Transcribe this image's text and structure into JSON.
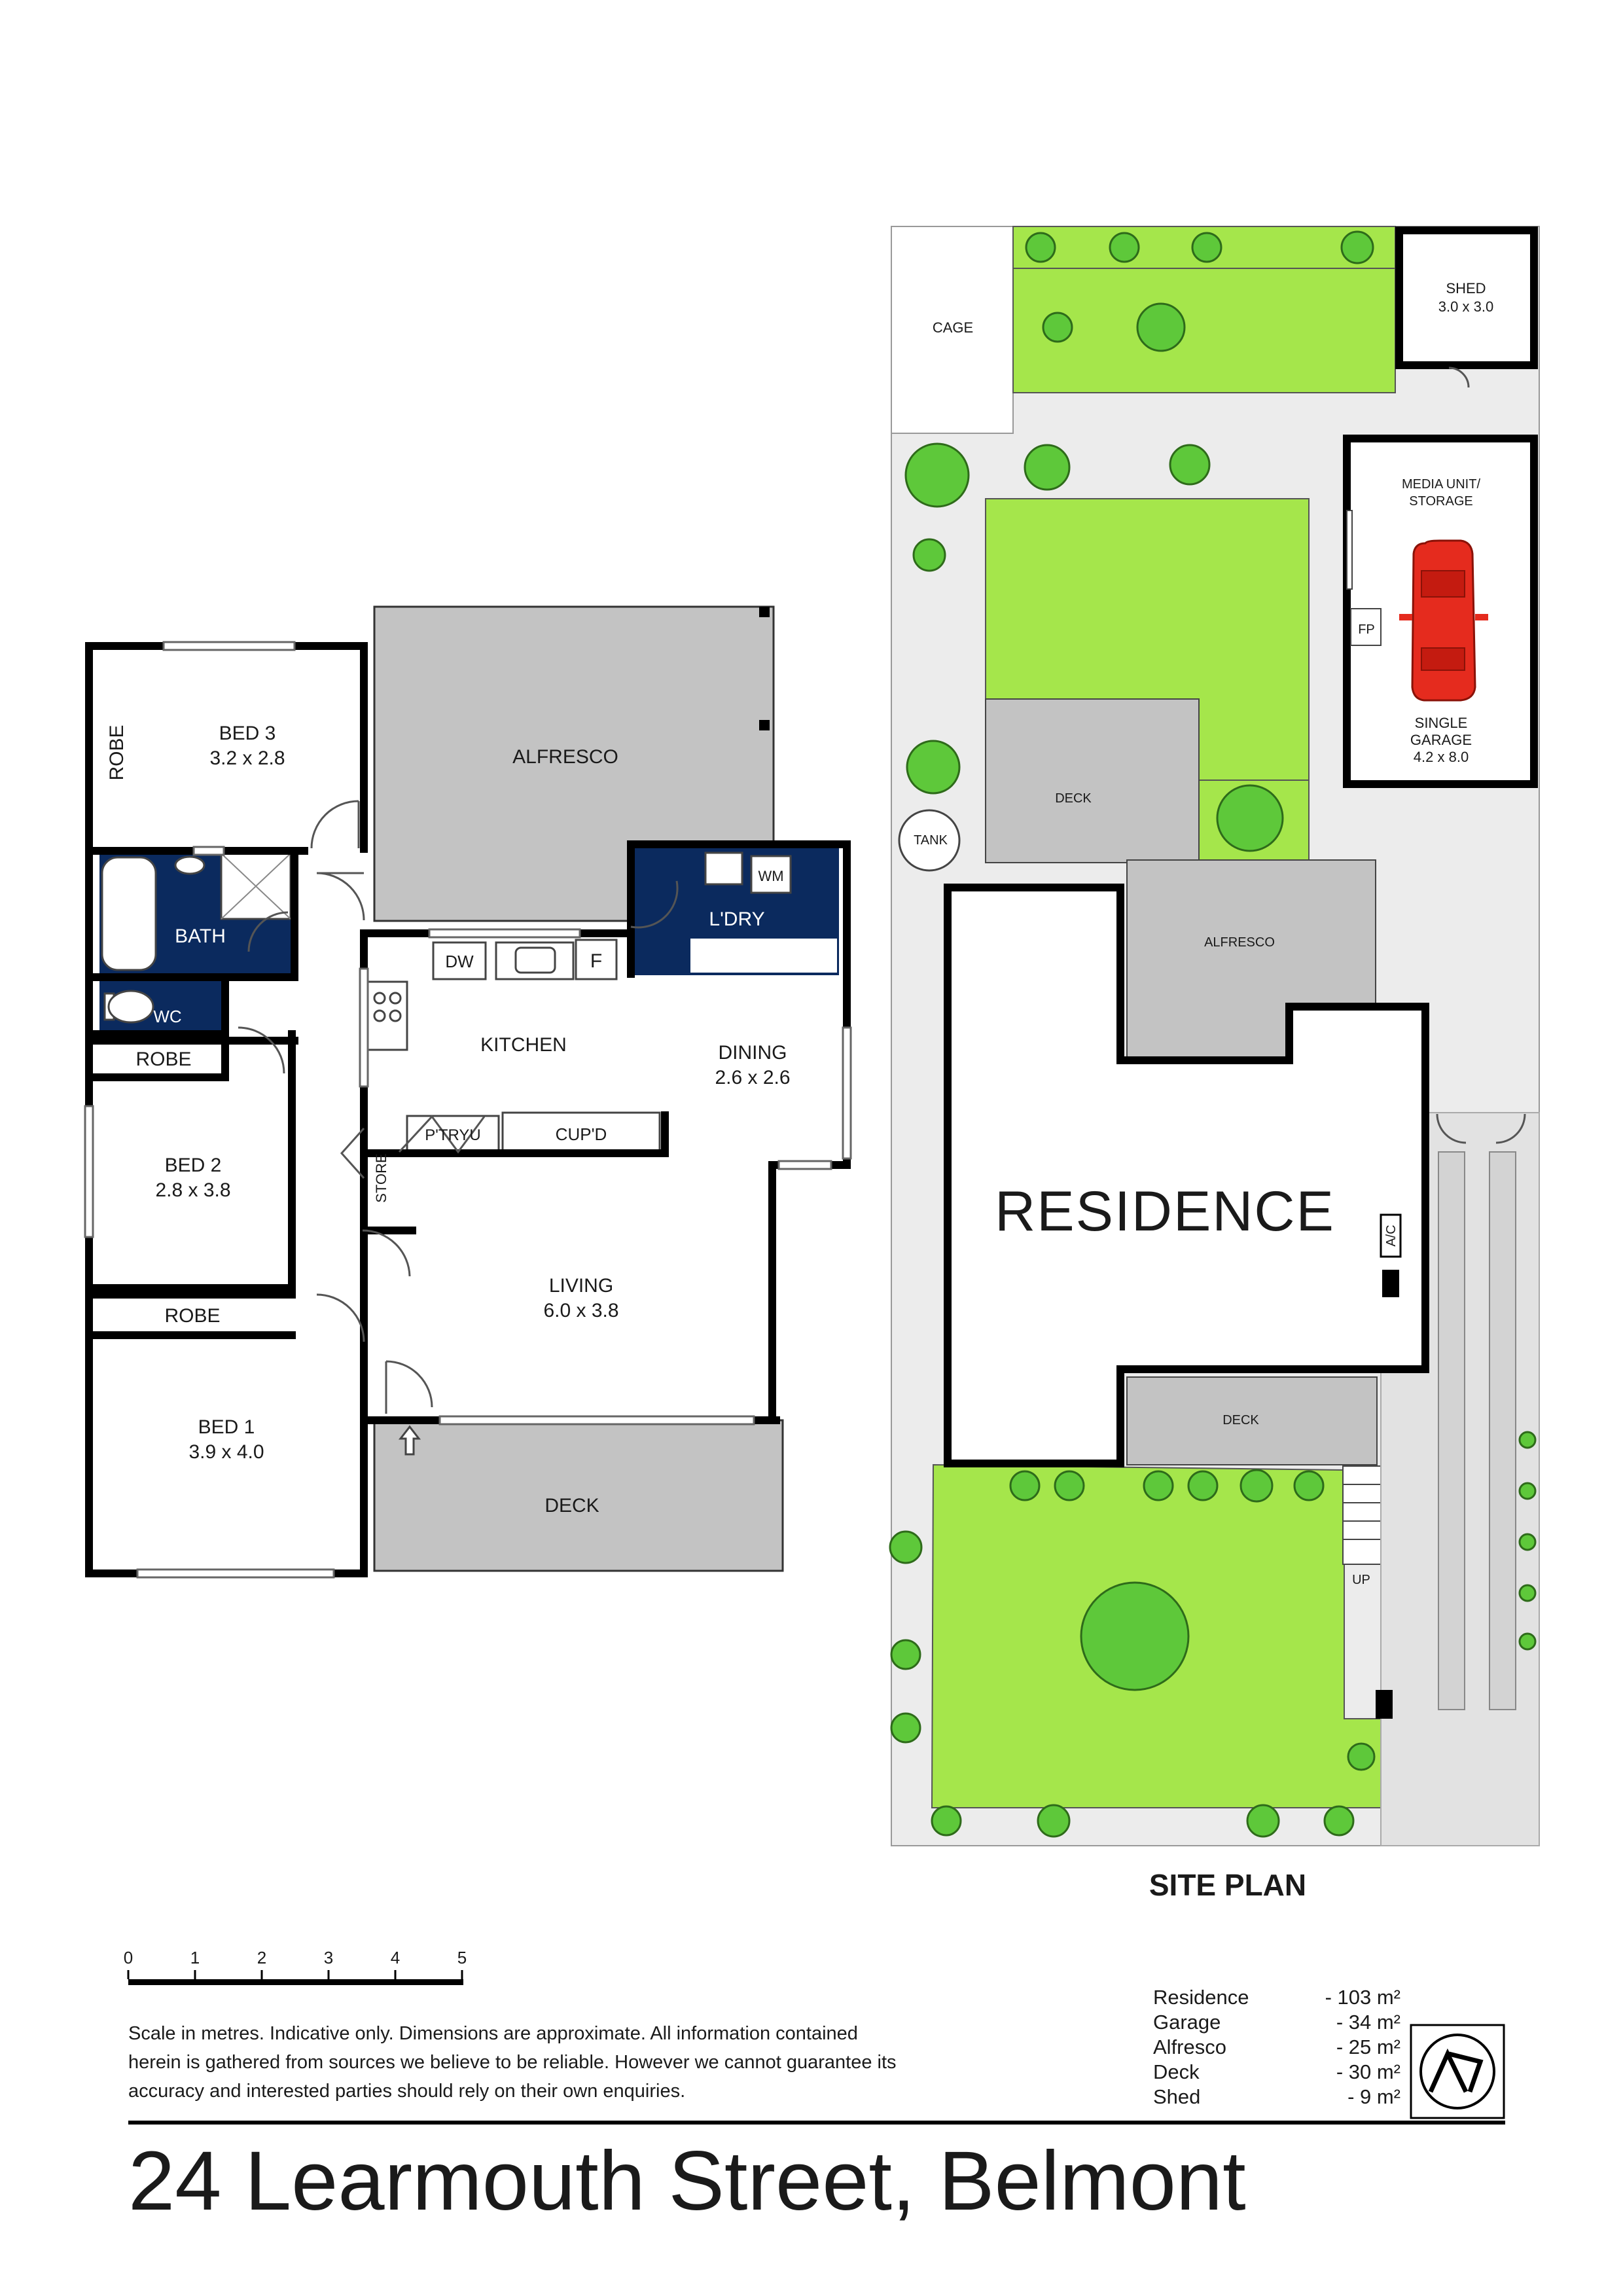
{
  "floor_plan": {
    "rooms": {
      "bed3": {
        "name": "BED 3",
        "dims": "3.2 x 2.8"
      },
      "robe_bed3": "ROBE",
      "bath": "BATH",
      "wc": "WC",
      "robe_bed2": "ROBE",
      "bed2": {
        "name": "BED 2",
        "dims": "2.8 x 3.8"
      },
      "robe_bed1": "ROBE",
      "bed1": {
        "name": "BED 1",
        "dims": "3.9 x 4.0"
      },
      "alfresco": "ALFRESCO",
      "laundry": "L'DRY",
      "wm": "WM",
      "dw": "DW",
      "fridge": "F",
      "kitchen": "KITCHEN",
      "dining": {
        "name": "DINING",
        "dims": "2.6 x 2.6"
      },
      "pantry": "P'TRYU",
      "cupboard": "CUP'D",
      "store": "STORE",
      "living": {
        "name": "LIVING",
        "dims": "6.0 x 3.8"
      },
      "deck": "DECK"
    }
  },
  "site_plan": {
    "labels": {
      "cage": "CAGE",
      "shed": "SHED",
      "shed_dims": "3.0 x 3.0",
      "media_unit": "MEDIA UNIT/",
      "storage": "STORAGE",
      "fp": "FP",
      "garage": "SINGLE",
      "garage2": "GARAGE",
      "garage_dims": "4.2 x 8.0",
      "deck_upper": "DECK",
      "tank": "TANK",
      "alfresco": "ALFRESCO",
      "residence": "RESIDENCE",
      "ac": "A/C",
      "deck_lower": "DECK",
      "up": "UP"
    },
    "title": "SITE PLAN"
  },
  "scale": {
    "ticks": [
      "0",
      "1",
      "2",
      "3",
      "4",
      "5"
    ],
    "disclaimer_lines": [
      "Scale in metres. Indicative only. Dimensions are approximate.  All information contained",
      "herein is gathered from sources we believe to be reliable. However we cannot guarantee its",
      "accuracy and interested parties should rely on their own enquiries."
    ]
  },
  "areas": [
    {
      "label": "Residence",
      "value": "- 103 m²"
    },
    {
      "label": "Garage",
      "value": "- 34 m²"
    },
    {
      "label": "Alfresco",
      "value": "- 25 m²"
    },
    {
      "label": "Deck",
      "value": "- 30 m²"
    },
    {
      "label": "Shed",
      "value": "- 9 m²"
    }
  ],
  "address": "24 Learmouth Street, Belmont",
  "colors": {
    "accent_blue": "#0b2a5e",
    "grass": "#a5e64b",
    "tree": "#5ec83a",
    "deck_gray": "#c3c3c3"
  }
}
